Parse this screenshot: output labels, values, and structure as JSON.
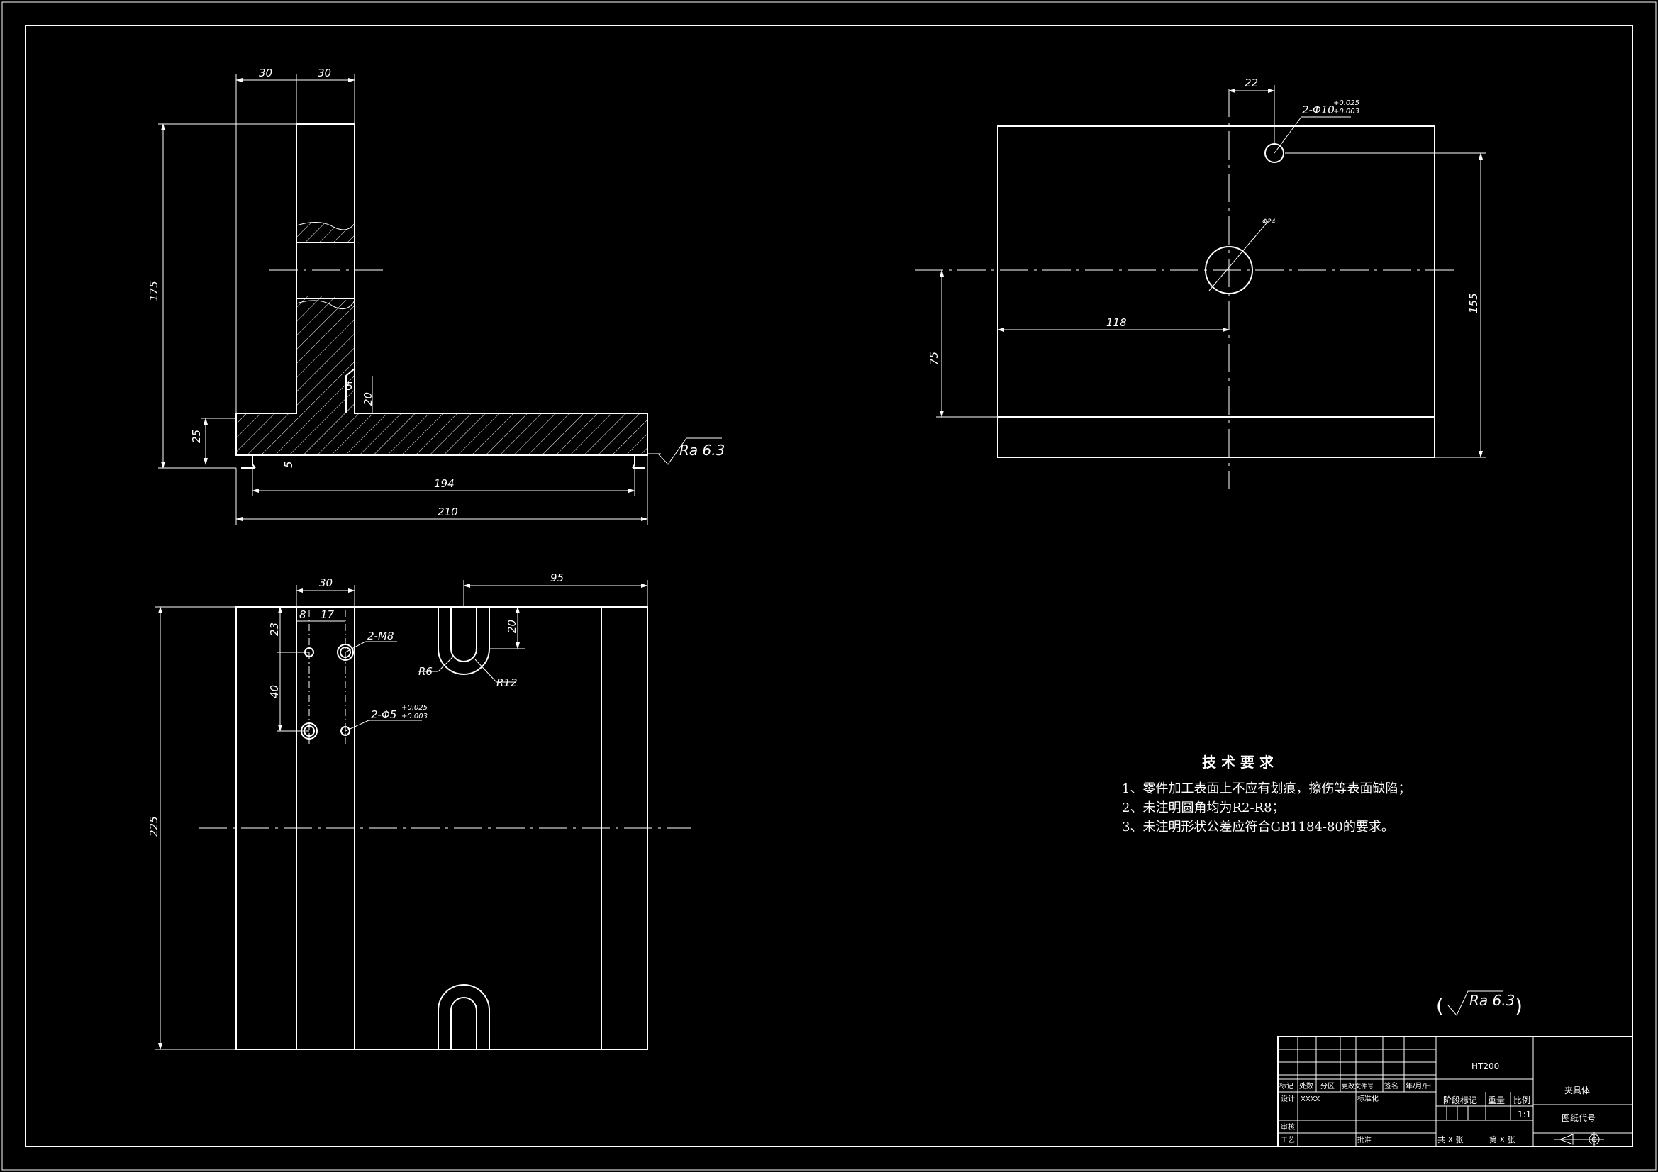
{
  "views": {
    "front": {
      "dims": {
        "w1": "30",
        "w2": "30",
        "height": "175",
        "base": "25",
        "slot_w": "5",
        "slot_h": "20",
        "bottom_rel": "5",
        "inner_len": "194",
        "total_len": "210"
      },
      "roughness": "Ra 6.3"
    },
    "plan": {
      "dims": {
        "top_w": "30",
        "d8": "8",
        "d17": "17",
        "d23": "23",
        "d40": "40",
        "d95": "95",
        "d20": "20",
        "height": "225"
      },
      "labels": {
        "thread": "2-M8",
        "pin_main": "2-Φ5",
        "pin_tol_up": "+0.025",
        "pin_tol_dn": "+0.003",
        "r6": "R6",
        "r12": "R12"
      }
    },
    "side": {
      "dims": {
        "d22": "22",
        "d118": "118",
        "d75": "75",
        "d155": "155"
      },
      "labels": {
        "hole_main": "2-Φ10",
        "hole_tol_up": "+0.025",
        "hole_tol_dn": "+0.003",
        "center_hole": "Φ24"
      }
    }
  },
  "tech": {
    "title": "技 术 要 求",
    "items": [
      "1、零件加工表面上不应有划痕，擦伤等表面缺陷；",
      "2、未注明圆角均为R2-R8；",
      "3、未注明形状公差应符合GB1184-80的要求。"
    ]
  },
  "general_roughness": "Ra 6.3",
  "title_block": {
    "material": "HT200",
    "part_name": "夹具体",
    "drawing_no_label": "图纸代号",
    "scale_label": "比例",
    "scale": "1:1",
    "weight_label": "重量",
    "stage_label": "阶段标记",
    "headers": [
      "标记",
      "处数",
      "分区",
      "更改文件号",
      "签名",
      "年/月/日"
    ],
    "design": "设计",
    "designer": "XXXX",
    "standard": "标准化",
    "review": "审核",
    "process": "工艺",
    "approve": "批准",
    "sheets_total": "共 X 张",
    "sheet_no": "第 X 张"
  }
}
